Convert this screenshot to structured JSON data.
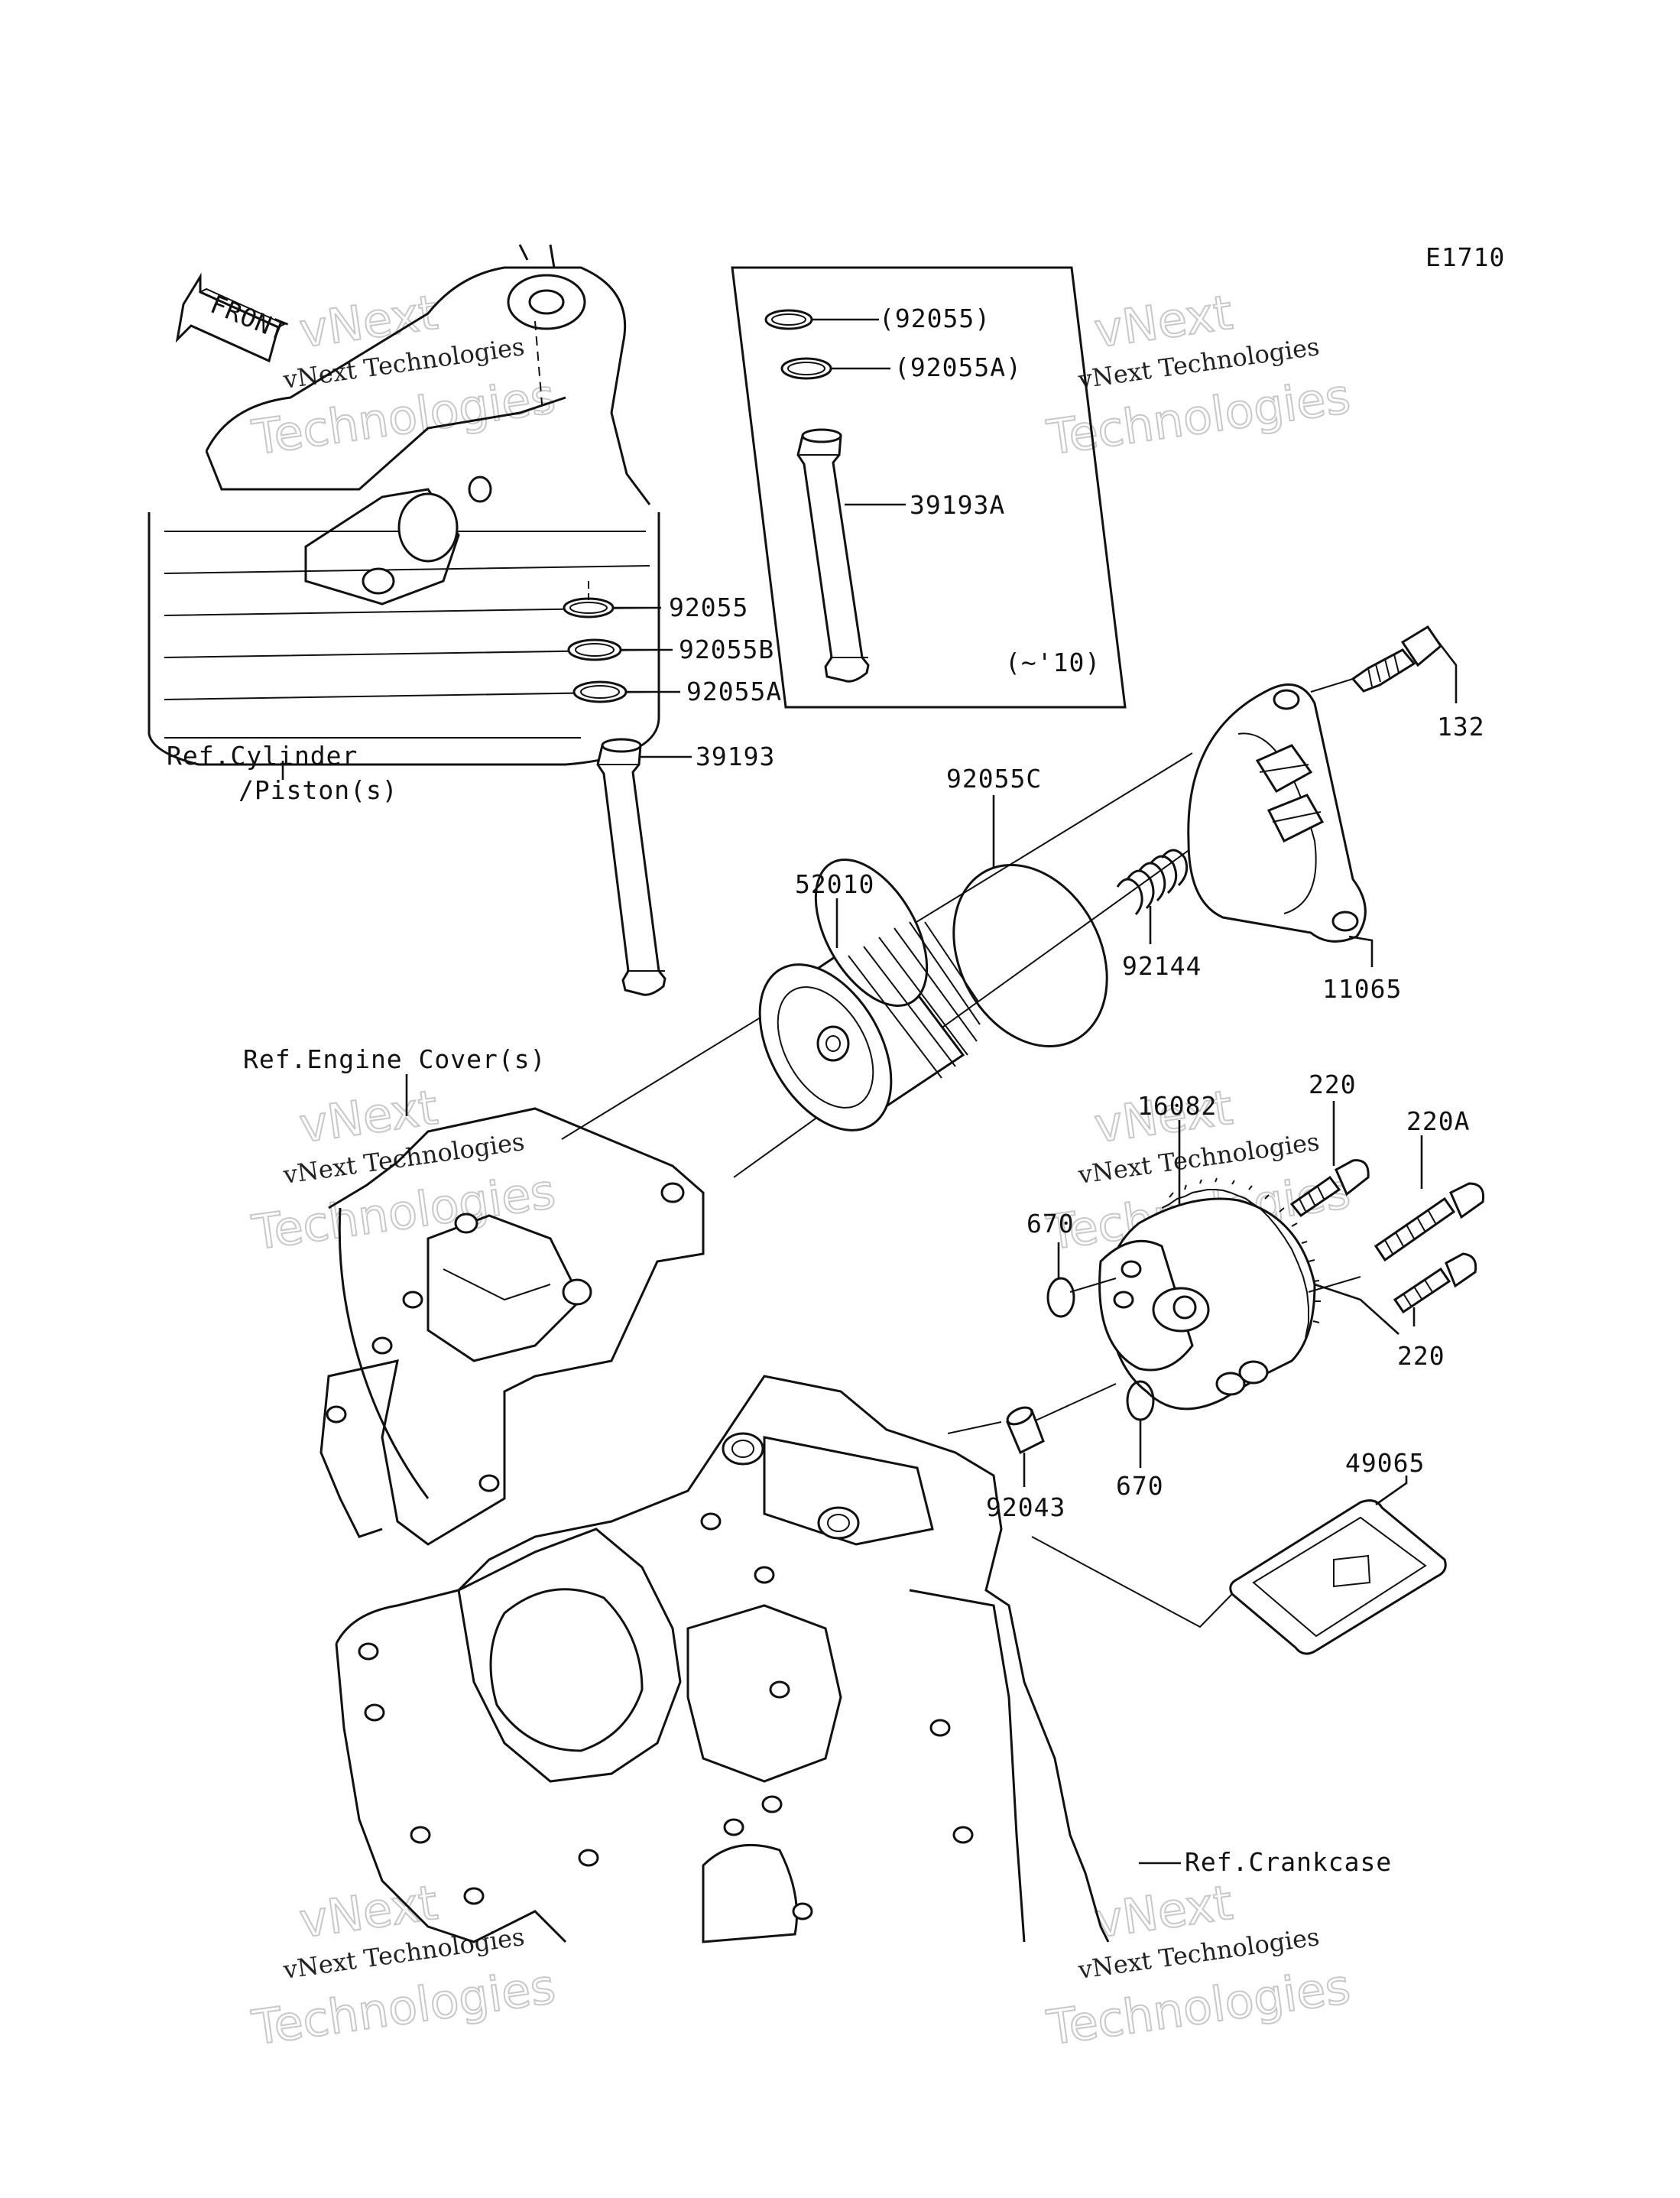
{
  "diagram_code": "E1710",
  "front_arrow": "FRONT",
  "watermark": {
    "line1": "vNext",
    "line2": "vNext Technologies",
    "line3": "Technologies"
  },
  "parts": {
    "p92055_paren": "(92055)",
    "p92055A_paren": "(92055A)",
    "p39193A": "39193A",
    "note_10": "(~'10)",
    "p92055": "92055",
    "p92055B": "92055B",
    "p92055A": "92055A",
    "p39193": "39193",
    "p132": "132",
    "p92055C": "92055C",
    "p52010": "52010",
    "p92144": "92144",
    "p11065": "11065",
    "p220_top": "220",
    "p16082": "16082",
    "p220A": "220A",
    "p670_top": "670",
    "p220_bottom": "220",
    "p92043": "92043",
    "p670_bottom": "670",
    "p49065": "49065"
  },
  "refs": {
    "cylinder_1": "Ref.Cylinder",
    "cylinder_2": "/Piston(s)",
    "engine_cover": "Ref.Engine Cover(s)",
    "crankcase": "Ref.Crankcase"
  }
}
